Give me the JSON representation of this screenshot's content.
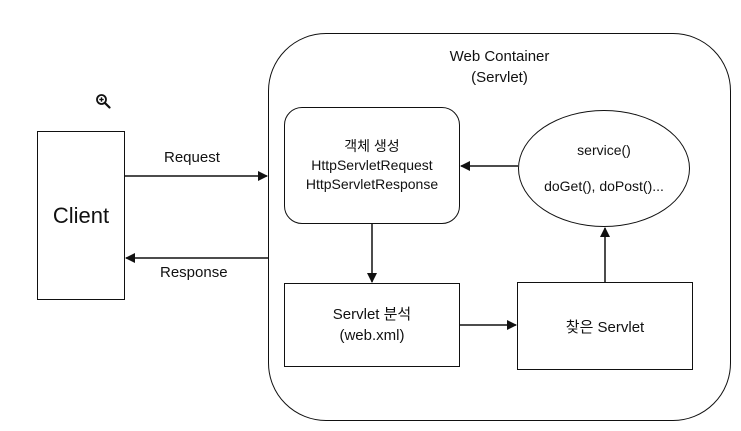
{
  "container": {
    "title_line1": "Web Container",
    "title_line2": "(Servlet)"
  },
  "client": {
    "label": "Client"
  },
  "create_box": {
    "line1": "객체 생성",
    "line2": "HttpServletRequest",
    "line3": "HttpServletResponse"
  },
  "service_box": {
    "line1": "service()",
    "line2": "doGet(), doPost()..."
  },
  "analyze_box": {
    "line1": "Servlet 분석",
    "line2": "(web.xml)"
  },
  "found_box": {
    "label": "찾은 Servlet"
  },
  "edges": {
    "request": "Request",
    "response": "Response"
  },
  "icons": {
    "zoom": "zoom-in-icon"
  },
  "colors": {
    "stroke": "#111111",
    "background": "#ffffff"
  }
}
